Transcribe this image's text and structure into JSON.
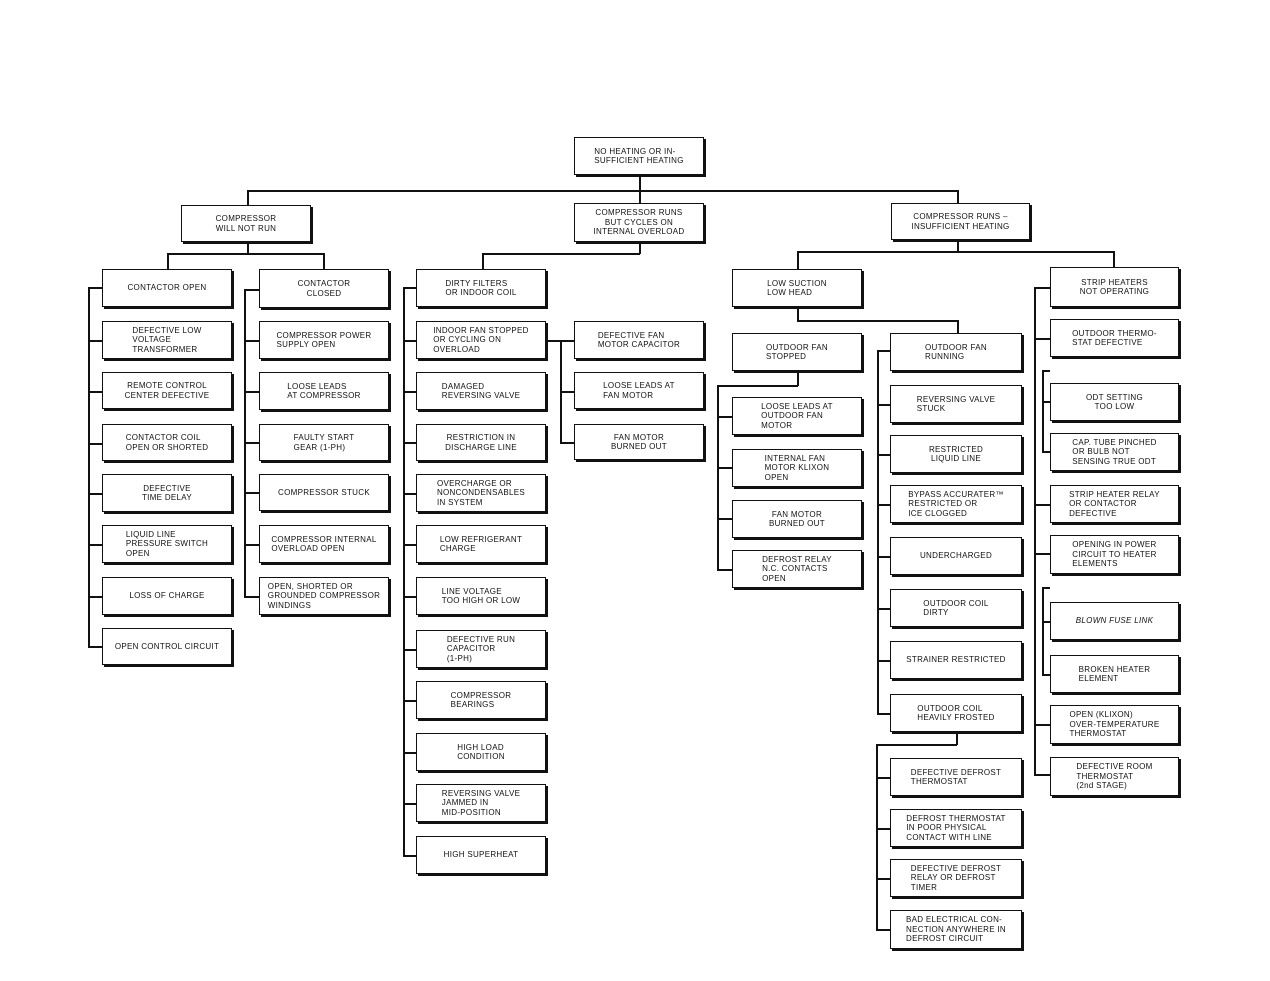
{
  "root": "NO HEATING OR IN-\nSUFFICIENT HEATING",
  "branches": {
    "will_not_run": "COMPRESSOR\nWILL NOT RUN",
    "cycles_overload": "COMPRESSOR RUNS\nBUT CYCLES ON\nINTERNAL OVERLOAD",
    "insufficient": "COMPRESSOR RUNS –\nINSUFFICIENT HEATING"
  },
  "contactor_open": {
    "title": "CONTACTOR OPEN",
    "items": [
      "DEFECTIVE LOW\nVOLTAGE\nTRANSFORMER",
      "REMOTE CONTROL\nCENTER DEFECTIVE",
      "CONTACTOR COIL\nOPEN OR SHORTED",
      "DEFECTIVE\nTIME DELAY",
      "LIQUID LINE\nPRESSURE SWITCH\nOPEN",
      "LOSS OF CHARGE",
      "OPEN CONTROL CIRCUIT"
    ]
  },
  "contactor_closed": {
    "title": "CONTACTOR\nCLOSED",
    "items": [
      "COMPRESSOR POWER\nSUPPLY OPEN",
      "LOOSE LEADS\nAT COMPRESSOR",
      "FAULTY START\nGEAR (1-PH)",
      "COMPRESSOR STUCK",
      "COMPRESSOR INTERNAL\nOVERLOAD OPEN",
      "OPEN, SHORTED OR\nGROUNDED COMPRESSOR\nWINDINGS"
    ]
  },
  "overload_causes": {
    "title": "DIRTY FILTERS\nOR INDOOR COIL",
    "items": [
      "INDOOR FAN STOPPED\nOR CYCLING ON\nOVERLOAD",
      "DAMAGED\nREVERSING VALVE",
      "RESTRICTION IN\nDISCHARGE LINE",
      "OVERCHARGE OR\nNONCONDENSABLES\nIN SYSTEM",
      "LOW REFRIGERANT\nCHARGE",
      "LINE VOLTAGE\nTOO HIGH OR LOW",
      "DEFECTIVE RUN\nCAPACITOR\n(1-PH)",
      "COMPRESSOR\nBEARINGS",
      "HIGH LOAD\nCONDITION",
      "REVERSING VALVE\nJAMMED IN\nMID-POSITION",
      "HIGH SUPERHEAT"
    ]
  },
  "indoor_fan_causes": [
    "DEFECTIVE FAN\nMOTOR CAPACITOR",
    "LOOSE LEADS AT\nFAN MOTOR",
    "FAN MOTOR\nBURNED OUT"
  ],
  "low_suction": "LOW SUCTION\nLOW HEAD",
  "outdoor_fan_stopped": {
    "title": "OUTDOOR FAN\nSTOPPED",
    "items": [
      "LOOSE LEADS AT\nOUTDOOR FAN\nMOTOR",
      "INTERNAL FAN\nMOTOR KLIXON\nOPEN",
      "FAN MOTOR\nBURNED OUT",
      "DEFROST RELAY\nN.C. CONTACTS\nOPEN"
    ]
  },
  "outdoor_fan_running": {
    "title": "OUTDOOR FAN\nRUNNING",
    "items": [
      "REVERSING VALVE\nSTUCK",
      "RESTRICTED\nLIQUID LINE",
      "BYPASS ACCURATER™\nRESTRICTED OR\nICE CLOGGED",
      "UNDERCHARGED",
      "OUTDOOR COIL\nDIRTY",
      "STRAINER RESTRICTED",
      "OUTDOOR COIL\nHEAVILY FROSTED"
    ]
  },
  "frosted_causes": [
    "DEFECTIVE DEFROST\nTHERMOSTAT",
    "DEFROST THERMOSTAT\nIN POOR PHYSICAL\nCONTACT WITH LINE",
    "DEFECTIVE DEFROST\nRELAY OR DEFROST\nTIMER",
    "BAD ELECTRICAL CON-\nNECTION ANYWHERE IN\nDEFROST CIRCUIT"
  ],
  "strip_heaters": {
    "title": "STRIP HEATERS\nNOT OPERATING",
    "items": [
      "OUTDOOR THERMO-\nSTAT DEFECTIVE",
      "STRIP HEATER RELAY\nOR CONTACTOR\nDEFECTIVE",
      "OPENING IN POWER\nCIRCUIT TO HEATER\nELEMENTS",
      "OPEN (KLIXON)\nOVER-TEMPERATURE\nTHERMOSTAT",
      "DEFECTIVE ROOM\nTHERMOSTAT\n(2nd STAGE)"
    ]
  },
  "odt_causes": [
    "ODT SETTING\nTOO LOW",
    "CAP. TUBE PINCHED\nOR BULB NOT\nSENSING TRUE ODT"
  ],
  "power_circuit_causes": [
    "BLOWN FUSE LINK",
    "BROKEN HEATER\nELEMENT"
  ]
}
